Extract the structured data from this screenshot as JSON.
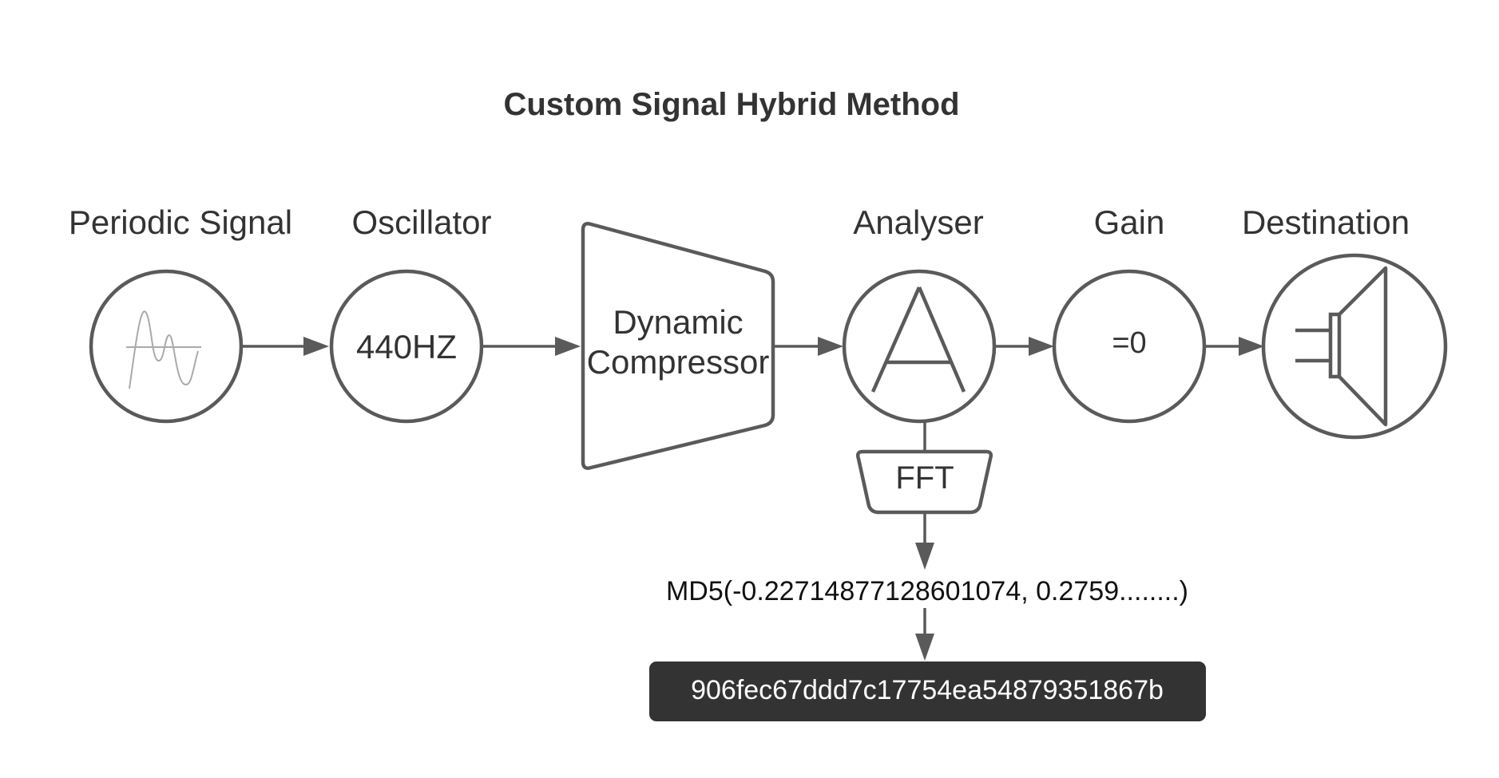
{
  "title": "Custom Signal Hybrid Method",
  "nodes": {
    "periodic_signal": {
      "label": "Periodic Signal",
      "icon": "sine-wave-icon"
    },
    "oscillator": {
      "label": "Oscillator",
      "value": "440HZ"
    },
    "compressor": {
      "line1": "Dynamic",
      "line2": "Compressor"
    },
    "analyser": {
      "label": "Analyser",
      "icon": "letter-a-icon"
    },
    "gain": {
      "label": "Gain",
      "value": "=0"
    },
    "destination": {
      "label": "Destination",
      "icon": "speaker-icon"
    }
  },
  "fft": {
    "label": "FFT"
  },
  "md5_expression": "MD5(-0.22714877128601074, 0.2759........)",
  "hash_result": "906fec67ddd7c17754ea54879351867b",
  "colors": {
    "stroke": "#5a5a5a",
    "text": "#333333",
    "hash_box": "#333333",
    "hash_text": "#ffffff",
    "background": "#ffffff"
  }
}
